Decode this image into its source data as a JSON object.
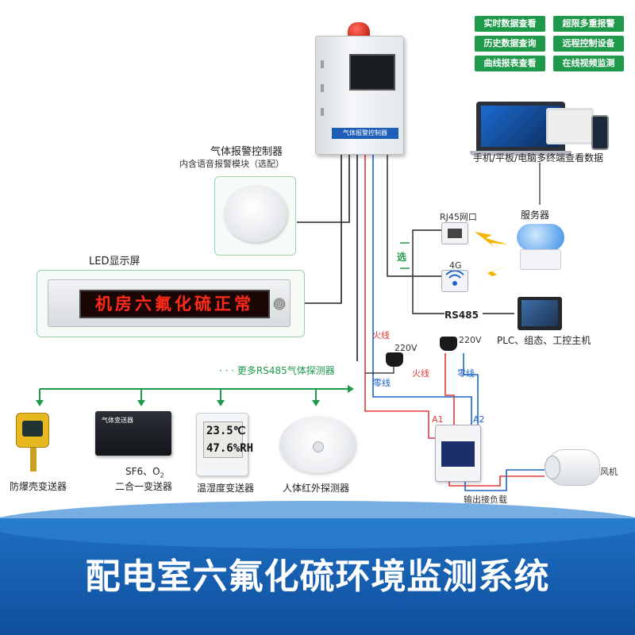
{
  "features": [
    "实时数据查看",
    "超限多重报警",
    "历史数据查询",
    "远程控制设备",
    "曲线报表查看",
    "在线视频监测"
  ],
  "controller": {
    "plate": "气体报警控制器",
    "title": "气体报警控制器",
    "subtitle": "内含语音报警模块（选配）"
  },
  "led": {
    "label": "LED显示屏",
    "text": "机房六氟化硫正常"
  },
  "bus_label": "· · · 更多RS485气体探测器",
  "devices": [
    {
      "label": "防爆壳变送器"
    },
    {
      "label": "二合一变送器",
      "model_prefix": "SF6、O",
      "model_sub": "2",
      "screen_text": "气体变送器"
    },
    {
      "label": "温湿度变送器",
      "lcd_temp": "23.5℃",
      "lcd_hum": "47.6%RH"
    },
    {
      "label": "人体红外探测器"
    }
  ],
  "terminals": {
    "label": "手机/平板/电脑多终端查看数据"
  },
  "network": {
    "select_label": "选",
    "rj45_label": "RJ45网口",
    "g4_label": "4G",
    "rs485_label": "RS485",
    "server_label": "服务器",
    "plc_label": "PLC、组态、工控主机"
  },
  "power": {
    "live_1": "火线",
    "neutral_1": "零线",
    "voltage_1": "220V",
    "voltage_2": "220V",
    "live_2": "火线",
    "neutral_2": "零线",
    "a1": "A1",
    "a2": "A2",
    "output_label": "输出接负载",
    "fan_label": "风机"
  },
  "banner_title": "配电室六氟化硫环境监测系统",
  "colors": {
    "accent_green": "#1f9a4a",
    "banner_blue": "#1565c0",
    "live_wire": "#e53935",
    "neutral_wire": "#1e64c8"
  }
}
